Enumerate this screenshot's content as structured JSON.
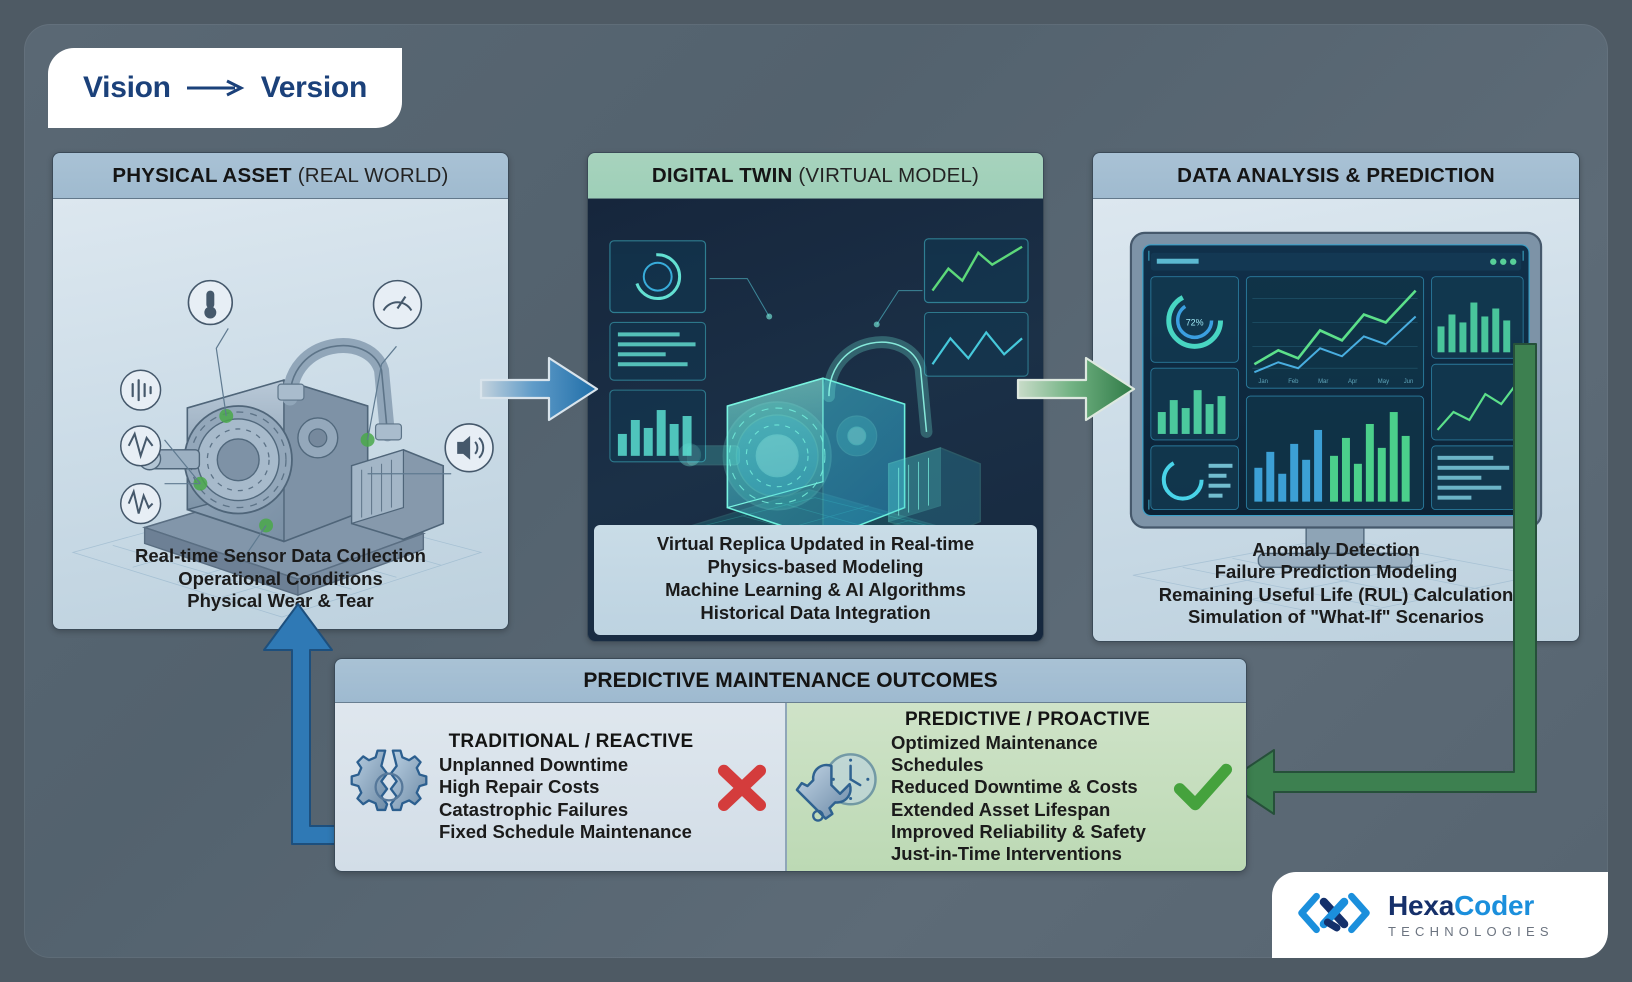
{
  "brand": {
    "logo_left": "Vision",
    "logo_arrow_icon": "long-right-arrow-icon",
    "logo_right": "Version",
    "hexa_name_dark": "Hexa",
    "hexa_name_light": "Coder",
    "hexa_subtitle": "TECHNOLOGIES",
    "hexa_icon": "hexacoder-bracket-icon"
  },
  "stages": [
    {
      "id": "physical-asset",
      "title_bold": "PHYSICAL ASSET",
      "title_light": "(REAL WORLD)",
      "image_alt": "industrial-pump-gearbox-illustration",
      "bullets": [
        "Real-time Sensor Data Collection",
        "Operational Conditions",
        "Physical Wear & Tear"
      ]
    },
    {
      "id": "digital-twin",
      "title_bold": "DIGITAL TWIN",
      "title_light": "(VIRTUAL MODEL)",
      "image_alt": "holographic-digital-twin-illustration",
      "bullets": [
        "Virtual Replica Updated in Real-time",
        "Physics-based Modeling",
        "Machine Learning & AI Algorithms",
        "Historical Data Integration"
      ]
    },
    {
      "id": "data-analysis",
      "title_bold": "DATA ANALYSIS & PREDICTION",
      "title_light": "",
      "image_alt": "analytics-dashboard-monitor-illustration",
      "bullets": [
        "Anomaly Detection",
        "Failure Prediction Modeling",
        "Remaining Useful Life (RUL) Calculation",
        "Simulation of \"What-If\" Scenarios"
      ]
    }
  ],
  "flow_arrows": [
    {
      "name": "arrow-physical-to-twin",
      "color": "#2a7fc1",
      "direction": "right"
    },
    {
      "name": "arrow-twin-to-analysis",
      "color": "#4f9e63",
      "direction": "right"
    },
    {
      "name": "feedback-arrow-analysis-to-outcomes",
      "color": "#3d7f4f",
      "direction": "left"
    },
    {
      "name": "feedback-arrow-outcomes-to-physical",
      "color": "#2f79b5",
      "direction": "up"
    }
  ],
  "outcomes": {
    "title": "PREDICTIVE MAINTENANCE OUTCOMES",
    "reactive": {
      "icon": "broken-gears-icon",
      "title": "TRADITIONAL / REACTIVE",
      "items": [
        "Unplanned Downtime",
        "High Repair Costs",
        "Catastrophic Failures",
        "Fixed Schedule Maintenance"
      ],
      "mark": "red-cross-icon",
      "mark_color": "#d94040"
    },
    "proactive": {
      "icon": "wrench-clock-icon",
      "title": "PREDICTIVE / PROACTIVE",
      "items": [
        "Optimized Maintenance Schedules",
        "Reduced Downtime & Costs",
        "Extended Asset Lifespan",
        "Improved Reliability & Safety",
        "Just-in-Time Interventions"
      ],
      "mark": "green-check-icon",
      "mark_color": "#46a23f"
    }
  },
  "colors": {
    "background": "#4e5a64",
    "panel_header_blue": "#a9c2d5",
    "panel_header_green": "#a7d3bd",
    "brand_navy": "#1b417a",
    "brand_blue": "#1b8fdc",
    "green_accent": "#46a23f",
    "red_accent": "#d94040"
  }
}
